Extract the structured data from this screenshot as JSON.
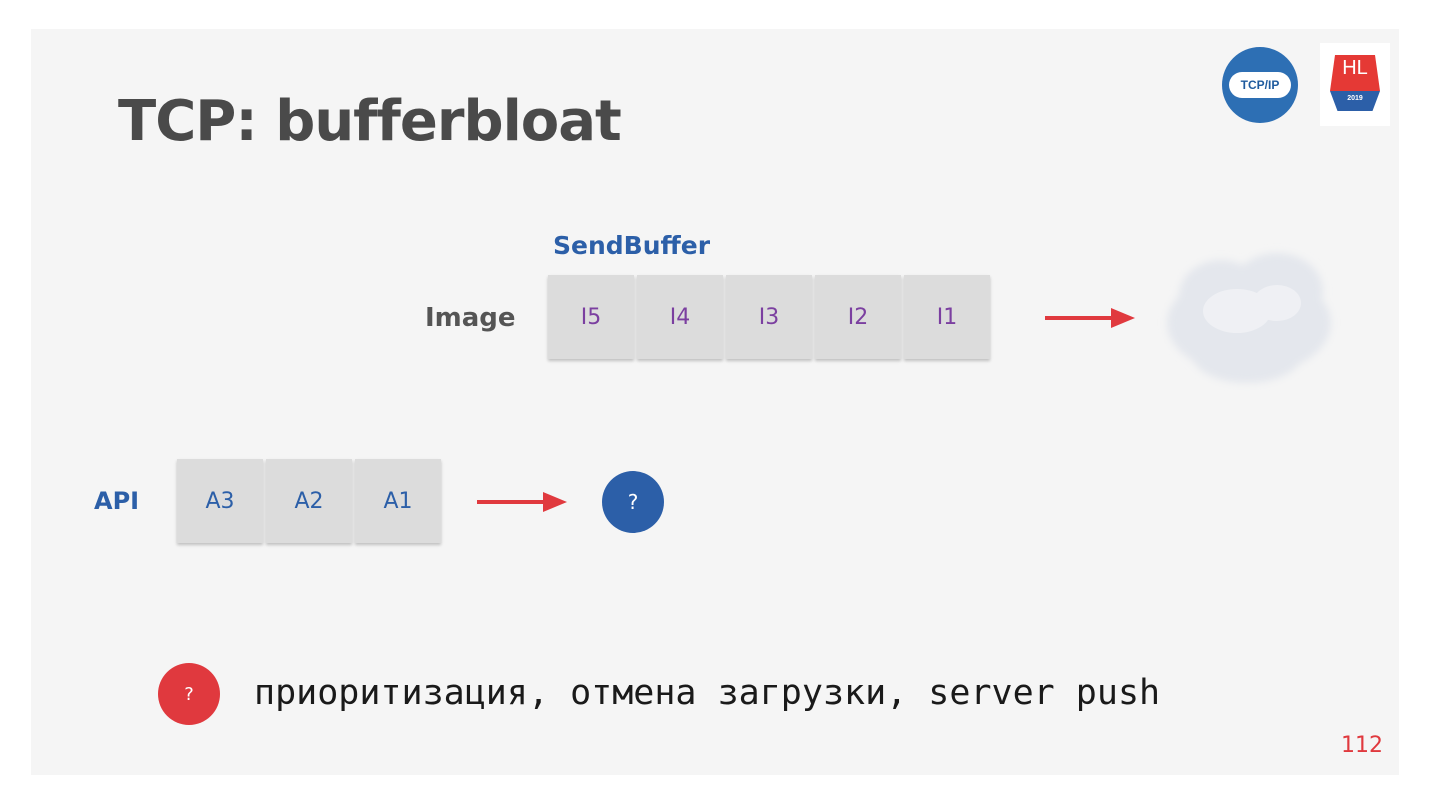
{
  "title": "TCP: bufferbloat",
  "logos": {
    "tcp_text": "TCP/IP",
    "hl_text": "HL",
    "hl_year": "2019"
  },
  "diagram": {
    "buffer_label": "SendBuffer",
    "image_label": "Image",
    "image_cells": [
      "I5",
      "I4",
      "I3",
      "I2",
      "I1"
    ],
    "api_label": "API",
    "api_cells": [
      "A3",
      "A2",
      "A1"
    ],
    "unknown_mark": "?",
    "arrow_color": "#e0393e",
    "accent_blue": "#2c5fa8"
  },
  "bottom": {
    "icon": "?",
    "text": "приоритизация, отмена загрузки, server push"
  },
  "page_number": "112"
}
